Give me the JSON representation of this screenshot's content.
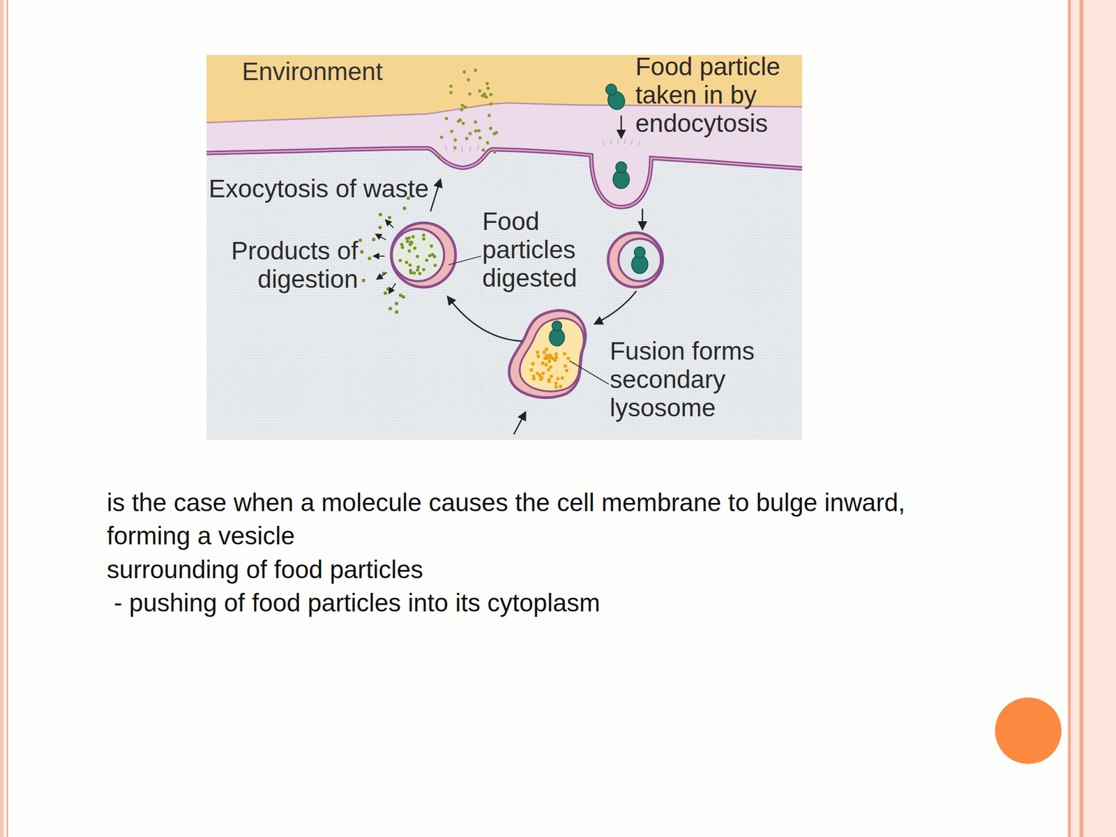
{
  "diagram": {
    "nodes": [
      {
        "text": [
          "Environment"
        ]
      }
    ],
    "labels": [
      "Food particle taken in by endocytosis",
      "Exocytosis of waste",
      "Products of digestion",
      "Food particles digested",
      "Fusion forms secondary lysosome",
      "is the case when a molecule causes the cell membrane to bulge inward, forming a vesicle",
      "surrounding of food particles",
      "- pushing of food particles into its cytoplasm"
    ]
  }
}
